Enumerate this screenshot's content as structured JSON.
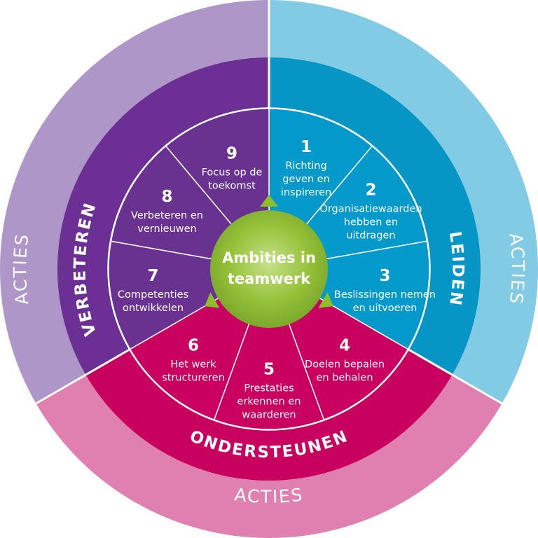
{
  "center": {
    "line1": "Ambities in",
    "line2": "teamwerk"
  },
  "outer": {
    "left": "ACTIES",
    "right": "ACTIES",
    "bottom": "ACTIES"
  },
  "groups": {
    "left": "VERBETEREN",
    "right": "LEIDEN",
    "bottom": "ONDERSTEUNEN"
  },
  "segments": [
    {
      "number": "1",
      "lines": [
        "Richting",
        "geven en",
        "inspireren"
      ]
    },
    {
      "number": "2",
      "lines": [
        "Organisatiewaarden",
        "hebben en",
        "uitdragen"
      ]
    },
    {
      "number": "3",
      "lines": [
        "Beslissingen nemen",
        "en uitvoeren"
      ]
    },
    {
      "number": "4",
      "lines": [
        "Doelen bepalen",
        "en behalen"
      ]
    },
    {
      "number": "5",
      "lines": [
        "Prestaties",
        "erkennen en",
        "waarderen"
      ]
    },
    {
      "number": "6",
      "lines": [
        "Het werk",
        "structureren"
      ]
    },
    {
      "number": "7",
      "lines": [
        "Competenties",
        "ontwikkelen"
      ]
    },
    {
      "number": "8",
      "lines": [
        "Verbeteren en",
        "vernieuwen"
      ]
    },
    {
      "number": "9",
      "lines": [
        "Focus op de",
        "toekomst"
      ]
    }
  ],
  "colors": {
    "purple_light": "#ae97c8",
    "blue_light": "#82cbe4",
    "pink_light": "#e080b0",
    "purple_mid": "#6c2f94",
    "blue_mid": "#0596c6",
    "pink_mid": "#c8005e",
    "purple_inner": "#6a3290",
    "blue_inner": "#0399cb",
    "pink_inner": "#c9005f",
    "green": "#8dbe2e"
  }
}
